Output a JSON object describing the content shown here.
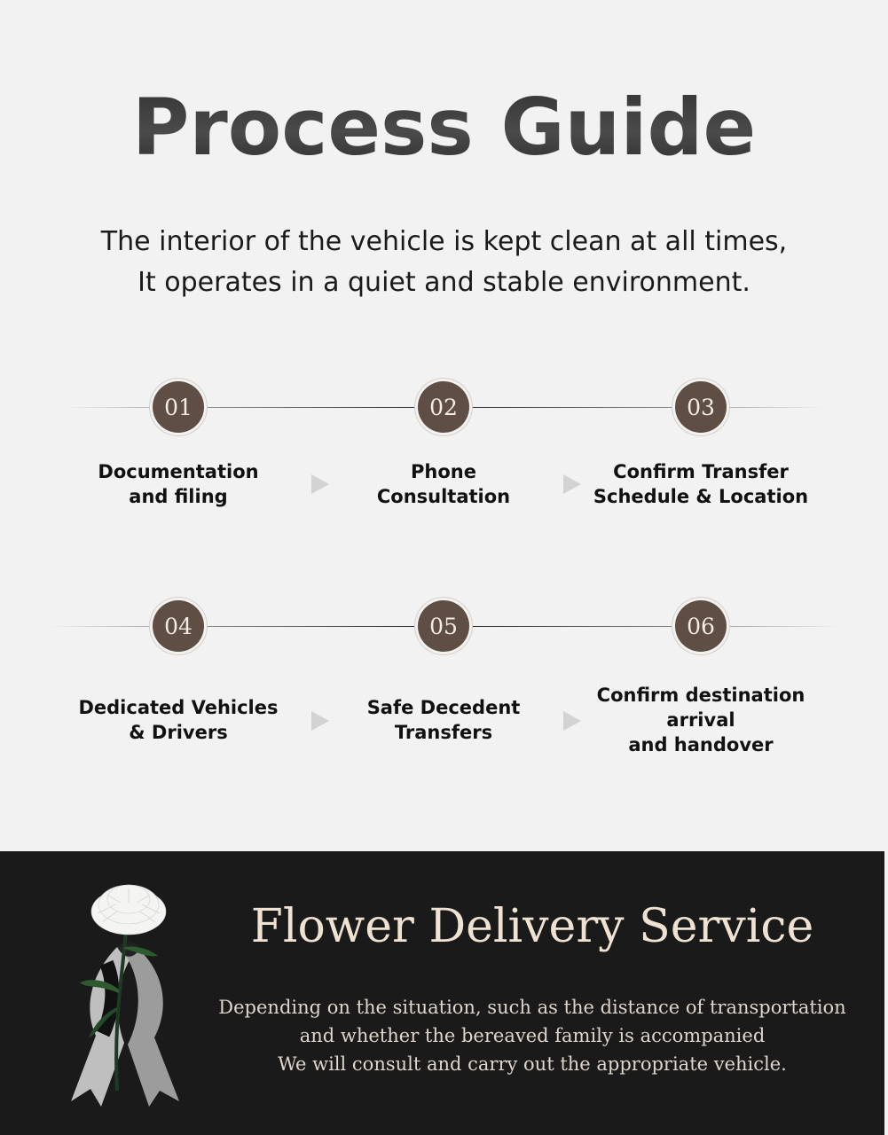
{
  "header": {
    "title": "Process Guide",
    "intro_lines": [
      "The interior of the vehicle is kept clean at all times,",
      "It operates in a quiet and stable environment."
    ]
  },
  "steps": [
    {
      "number": "01",
      "label_lines": [
        "Documentation",
        "and filing"
      ]
    },
    {
      "number": "02",
      "label_lines": [
        "Phone",
        "Consultation"
      ]
    },
    {
      "number": "03",
      "label_lines": [
        "Confirm Transfer",
        "Schedule & Location"
      ]
    },
    {
      "number": "04",
      "label_lines": [
        "Dedicated Vehicles",
        "& Drivers"
      ]
    },
    {
      "number": "05",
      "label_lines": [
        "Safe Decedent",
        "Transfers"
      ]
    },
    {
      "number": "06",
      "label_lines": [
        "Confirm destination",
        "arrival",
        "and handover"
      ]
    }
  ],
  "flower_section": {
    "title": "Flower Delivery Service",
    "body_lines": [
      "Depending on the situation, such as the distance of transportation",
      "and whether the bereaved family is accompanied",
      "We will consult and carry out the appropriate vehicle."
    ],
    "image_icon": "chrysanthemum-with-mourning-ribbon"
  },
  "colors": {
    "page_background": "#f2f2f2",
    "step_circle": "#5e4e43",
    "dark_section": "#1b1a1a",
    "dark_title": "#efe2d2"
  }
}
